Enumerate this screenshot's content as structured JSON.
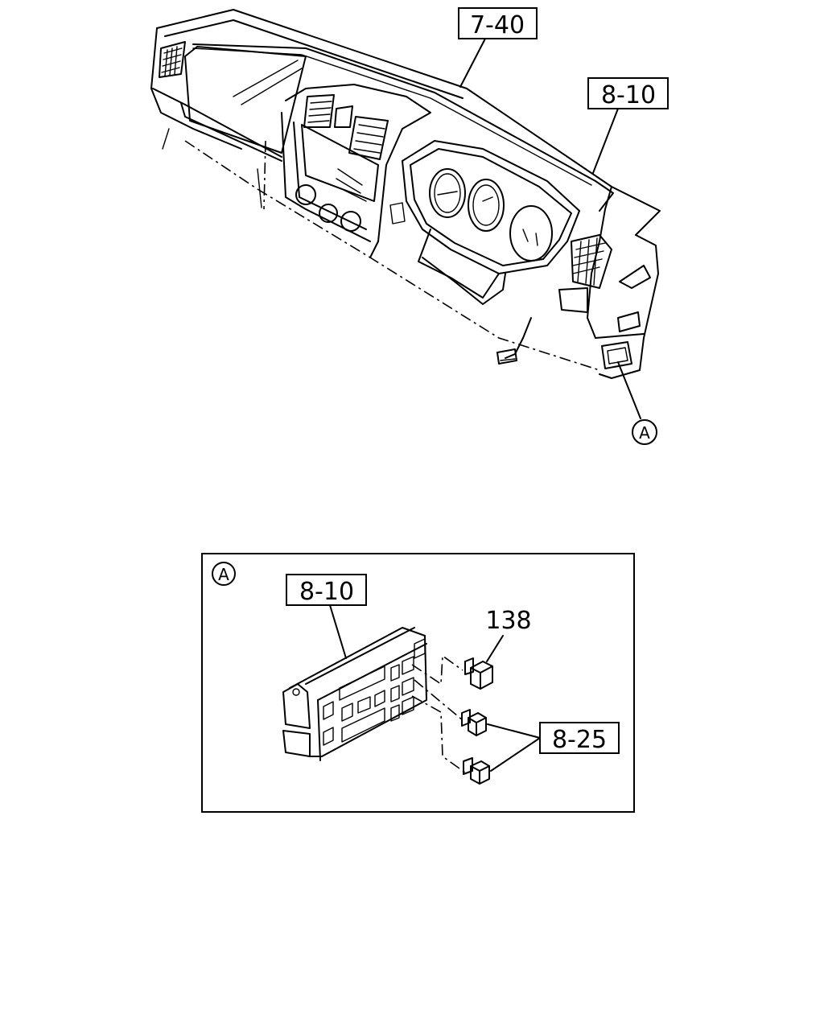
{
  "diagram": {
    "refs": {
      "dashboard": "7-40",
      "controller_top": "8-10",
      "controller_detail": "8-10",
      "connectors": "8-25",
      "part_138": "138"
    },
    "callouts": {
      "top": "A",
      "detail": "A"
    },
    "colors": {
      "line": "#000000",
      "background": "#ffffff"
    }
  }
}
